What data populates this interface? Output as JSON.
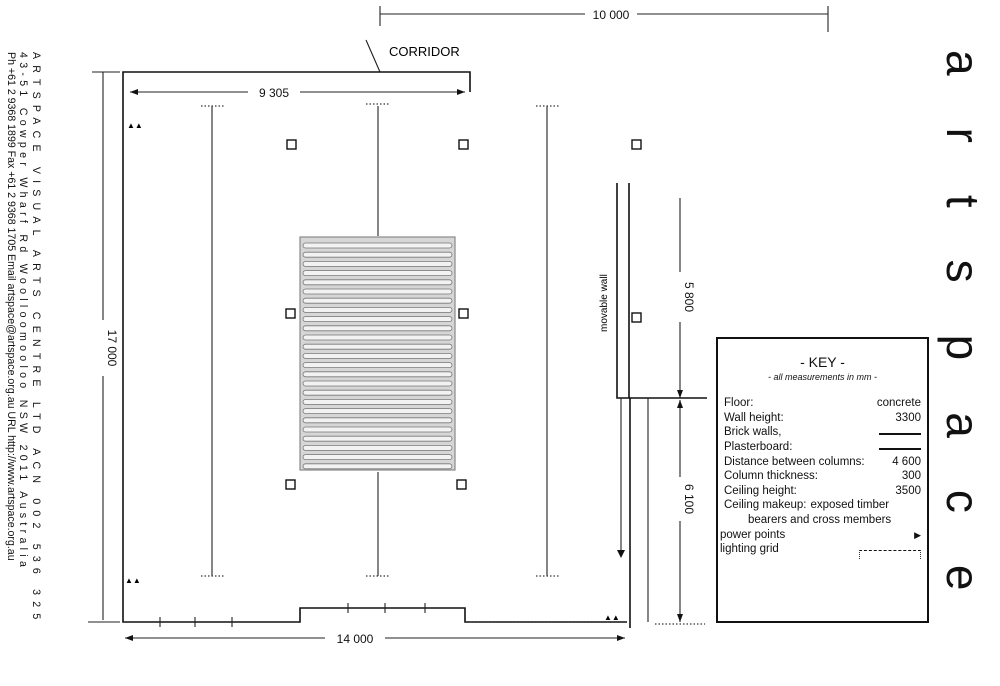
{
  "address": {
    "line1": "ARTSPACE VISUAL ARTS CENTRE LTD ACN 002 536 325",
    "line2": "43-51 Cowper Wharf Rd Woolloomooloo NSW 2011 Australia",
    "line3": "Ph +61 2 9368 1899 Fax +61 2 9368 1705 Email artspace@artspace.org.au URL http://www.artspace.org.au"
  },
  "brand": "artspace",
  "plan": {
    "corridor_label": "CORRIDOR",
    "movable_wall_label": "movable wall",
    "dimensions": {
      "top": "10 000",
      "inner_top": "9 305",
      "left": "17 000",
      "bottom": "14 000",
      "right_upper": "5 800",
      "right_lower": "6 100"
    }
  },
  "key": {
    "title": "- KEY -",
    "subtitle": "- all measurements in mm -",
    "rows": [
      {
        "label": "Floor:",
        "value": "concrete"
      },
      {
        "label": "Wall height:",
        "value": "3300"
      },
      {
        "label": "Brick walls,",
        "value": ""
      },
      {
        "label": "Plasterboard:",
        "value": ""
      },
      {
        "label": "Distance between columns:",
        "value": "4 600"
      },
      {
        "label": "Column thickness:",
        "value": "300"
      },
      {
        "label": "Ceiling height:",
        "value": "3500"
      },
      {
        "label": "Ceiling makeup:",
        "value": "exposed timber"
      },
      {
        "label": "bearers and cross members",
        "value": ""
      },
      {
        "label": "power points",
        "value": ""
      },
      {
        "label": "lighting grid",
        "value": ""
      }
    ]
  }
}
